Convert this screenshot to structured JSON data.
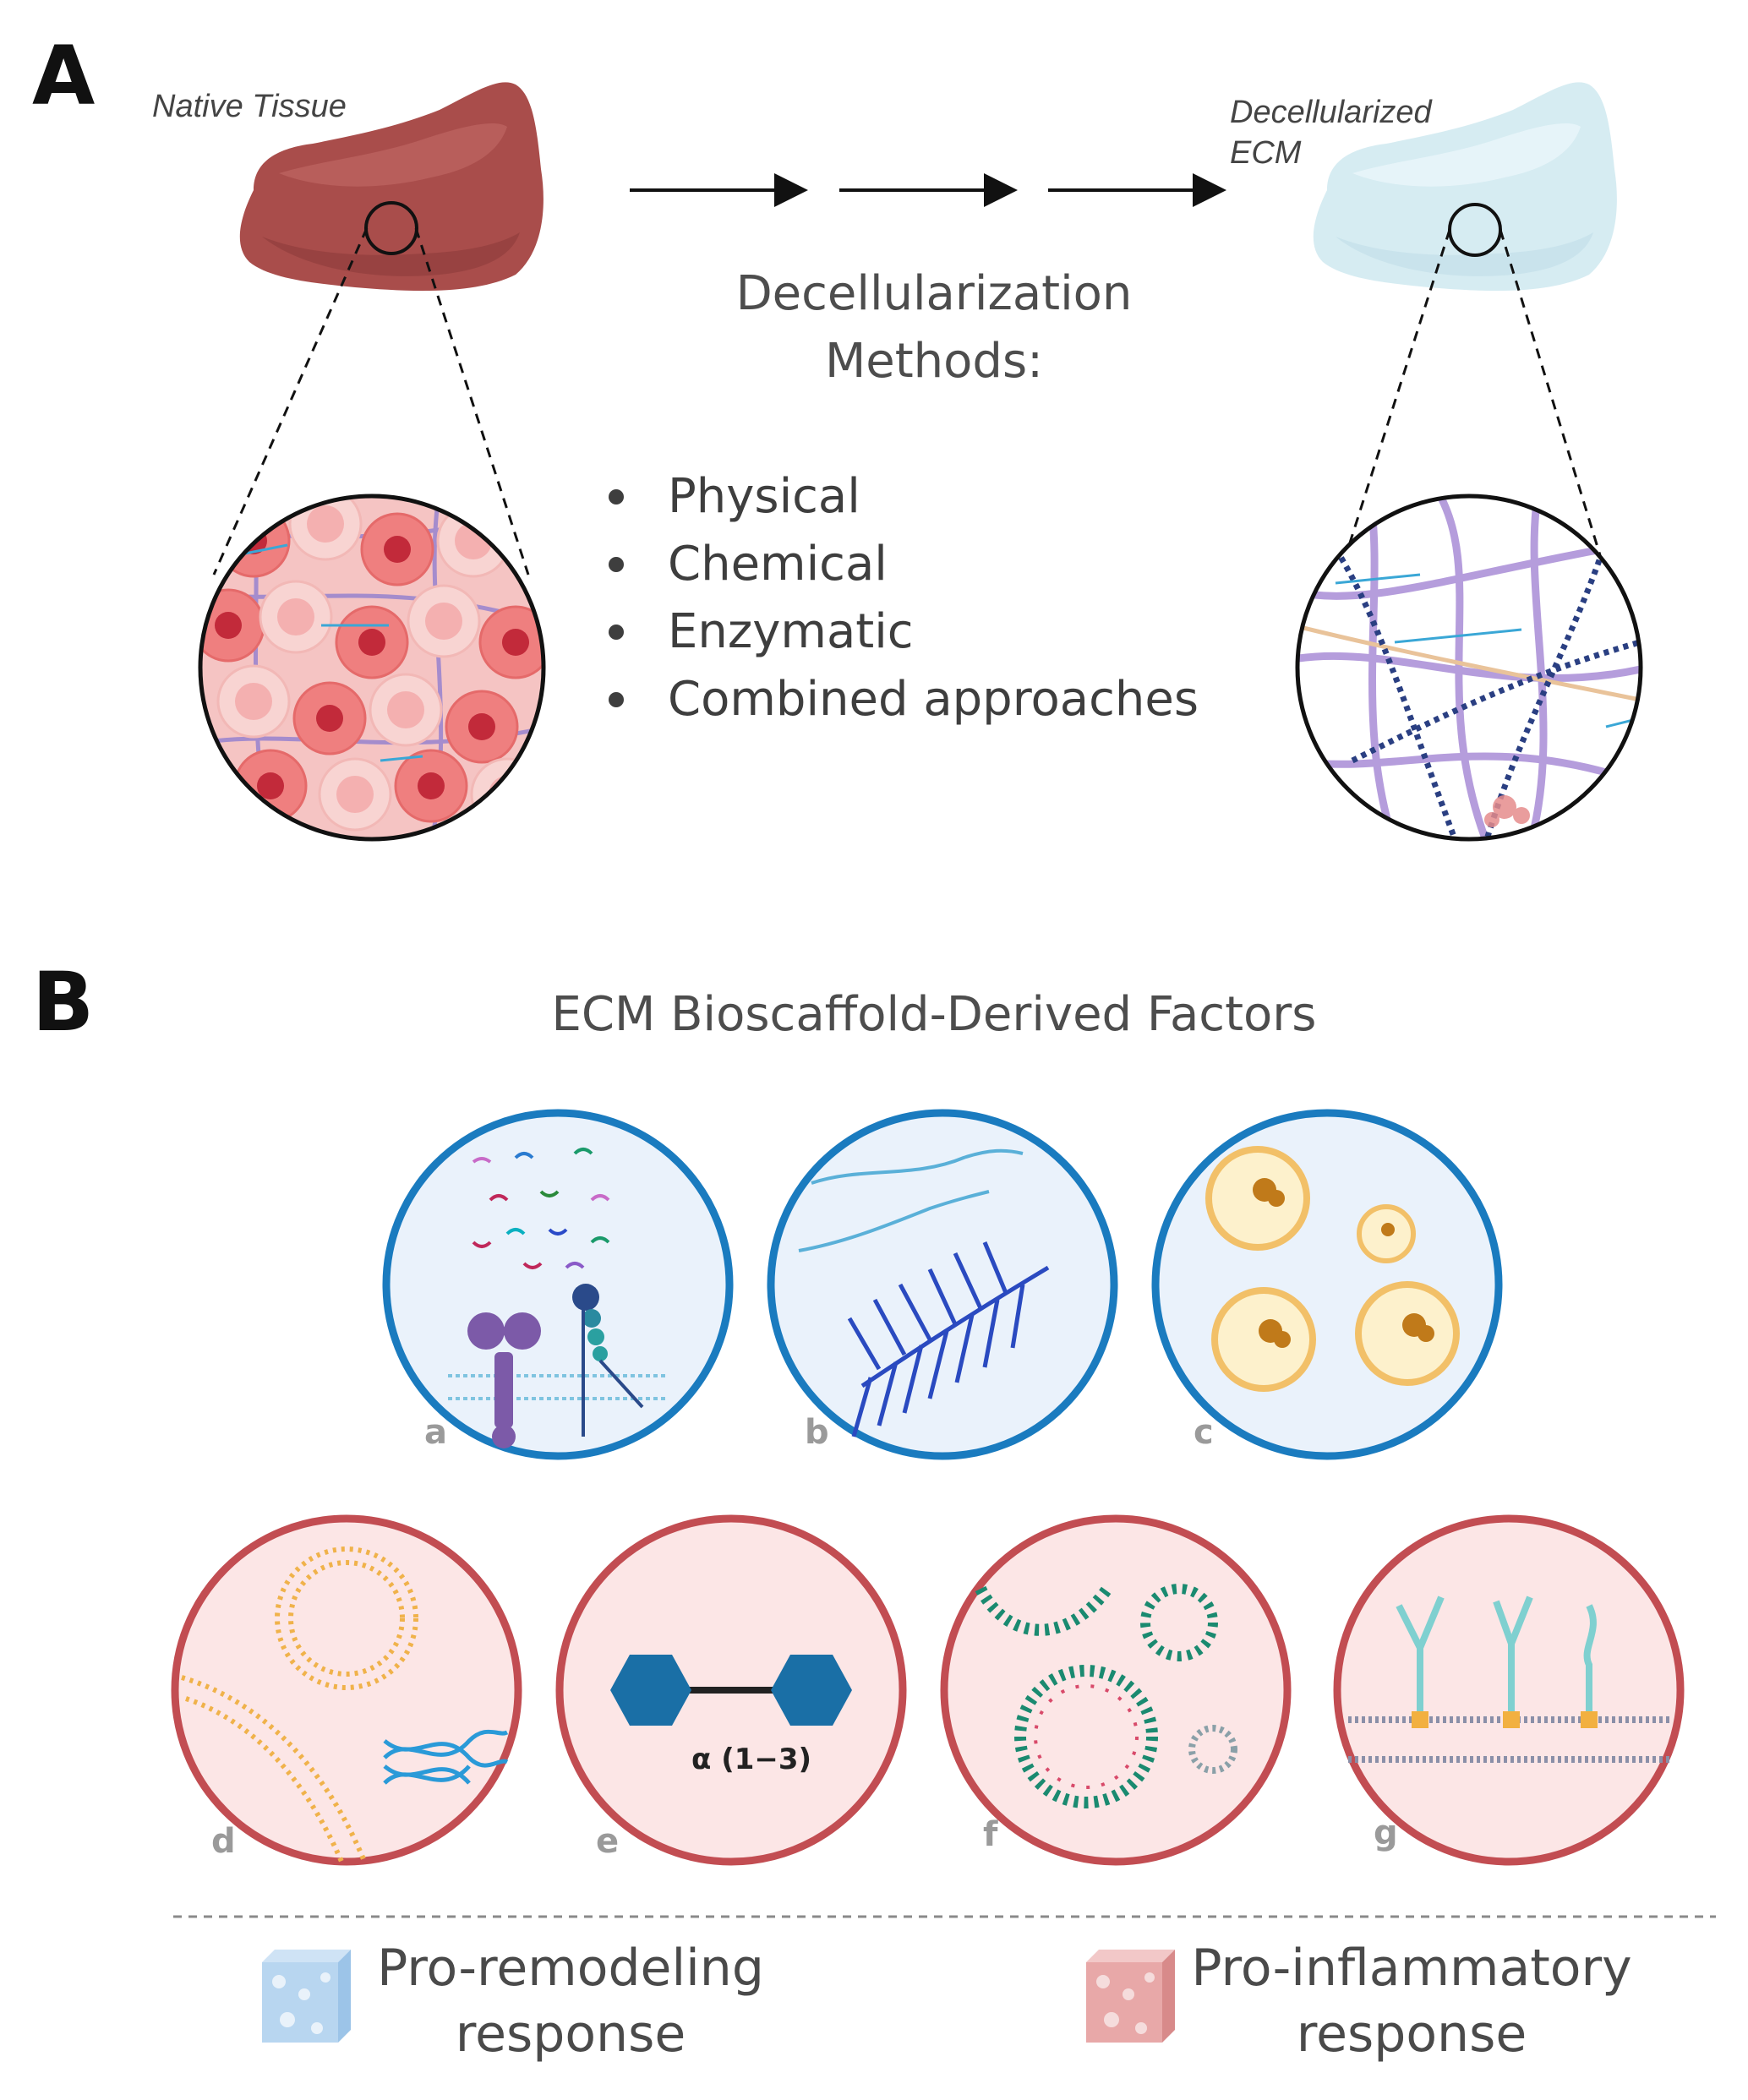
{
  "panel_a": {
    "letter": "A",
    "native_label": "Native Tissue",
    "decell_label_line1": "Decellularized",
    "decell_label_line2": "ECM",
    "methods_title_line1": "Decellularization",
    "methods_title_line2": "Methods:",
    "methods": [
      "Physical",
      "Chemical",
      "Enzymatic",
      "Combined approaches"
    ]
  },
  "panel_b": {
    "letter": "B",
    "title": "ECM Bioscaffold-Derived Factors",
    "circles": [
      {
        "label": "a",
        "group": "pro-remodeling"
      },
      {
        "label": "b",
        "group": "pro-remodeling"
      },
      {
        "label": "c",
        "group": "pro-remodeling"
      },
      {
        "label": "d",
        "group": "pro-inflammatory"
      },
      {
        "label": "e",
        "group": "pro-inflammatory"
      },
      {
        "label": "f",
        "group": "pro-inflammatory"
      },
      {
        "label": "g",
        "group": "pro-inflammatory"
      }
    ],
    "glycan_link": "α (1−3)",
    "legend": {
      "remodeling_line1": "Pro-remodeling",
      "remodeling_line2": "response",
      "inflammatory_line1": "Pro-inflammatory",
      "inflammatory_line2": "response"
    }
  },
  "colors": {
    "tissue": "#a94d4b",
    "decell_ecm": "#d6ecf2",
    "remodeling_ring": "#1a7bbf",
    "remodeling_fill": "#eaf2fb",
    "inflammatory_ring": "#c24d52",
    "inflammatory_fill": "#fce6e6"
  }
}
